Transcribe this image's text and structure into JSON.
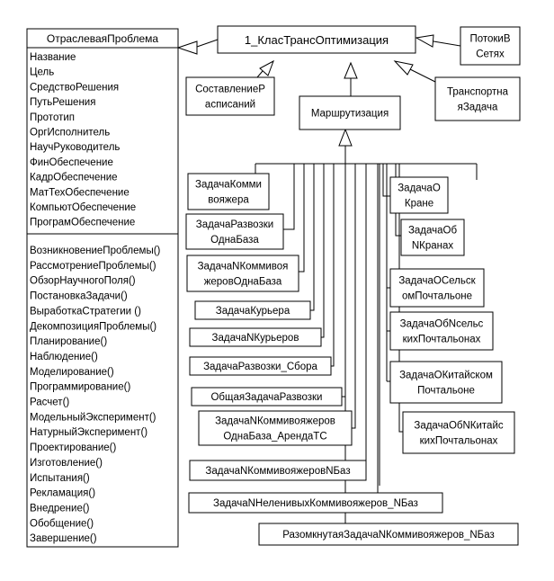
{
  "problem": {
    "name": "ОтраслеваяПроблема",
    "attributes": [
      "Название",
      "Цель",
      "СредствоРешения",
      "ПутьРешения",
      "Прототип",
      "ОргИсполнитель",
      "НаучРуководитель",
      "ФинОбеспечение",
      "КадрОбеспечение",
      "МатТехОбеспечение",
      "КомпьютОбеспечение",
      "ПрограмОбеспечение"
    ],
    "methods": [
      "ВозникновениеПроблемы()",
      "РассмотрениеПроблемы()",
      "ОбзорНаучногоПоля()",
      "ПостановкаЗадачи()",
      "ВыработкаСтратегии ()",
      "ДекомпозицияПроблемы()",
      "Планирование()",
      "Наблюдение()",
      "Моделирование()",
      "Программирование()",
      "Расчет()",
      "МодельныйЭксперимент()",
      "НатурныйЭксперимент()",
      "Проектирование()",
      "Изготовление()",
      "Испытания()",
      "Рекламация()",
      "Внедрение()",
      "Обобщение()",
      "Завершение()"
    ]
  },
  "root": {
    "name": "1_КласТрансОптимизация"
  },
  "level1": [
    {
      "id": "potoki",
      "lines": [
        "ПотокиВ",
        "Сетях"
      ]
    },
    {
      "id": "sostavlenie",
      "lines": [
        "СоставлениеР",
        "асписаний"
      ]
    },
    {
      "id": "marshrut",
      "lines": [
        "Маршрутизация"
      ]
    },
    {
      "id": "transport",
      "lines": [
        "Транспортна",
        "яЗадача"
      ]
    }
  ],
  "leftTasks": [
    {
      "id": "kommivoyazher",
      "lines": [
        "ЗадачаКомми",
        "вояжера"
      ]
    },
    {
      "id": "razvozki-odna",
      "lines": [
        "ЗадачаРазвозки",
        "ОднаБаза"
      ]
    },
    {
      "id": "n-kommivoyazh-odna",
      "lines": [
        "ЗадачаNКоммивоя",
        "жеровОднаБаза"
      ]
    },
    {
      "id": "kurera",
      "lines": [
        "ЗадачаКурьера"
      ]
    },
    {
      "id": "n-kurerov",
      "lines": [
        "ЗадачаNКурьеров"
      ]
    },
    {
      "id": "razvozki-sbora",
      "lines": [
        "ЗадачаРазвозки_Сбора"
      ]
    },
    {
      "id": "obshaya-razvozki",
      "lines": [
        "ОбщаяЗадачаРазвозки"
      ]
    },
    {
      "id": "n-komm-arenda",
      "lines": [
        "ЗадачаNКоммивояжеров",
        "ОднаБаза_АрендаТС"
      ]
    },
    {
      "id": "n-komm-nbaz",
      "lines": [
        "ЗадачаNКоммивояжеровNБаз"
      ]
    },
    {
      "id": "n-nelenivyh",
      "lines": [
        "ЗадачаNНеленивыхКоммивояжеров_NБаз"
      ]
    },
    {
      "id": "razomknutaya",
      "lines": [
        "РазомкнутаяЗадачаNКоммивояжеров_NБаз"
      ]
    }
  ],
  "rightTasks": [
    {
      "id": "o-krane",
      "lines": [
        "ЗадачаО",
        "Кране"
      ]
    },
    {
      "id": "ob-n-kranah",
      "lines": [
        "ЗадачаОб",
        "NКранах"
      ]
    },
    {
      "id": "o-selskom",
      "lines": [
        "ЗадачаОСельск",
        "омПочтальоне"
      ]
    },
    {
      "id": "ob-n-selskih",
      "lines": [
        "ЗадачаОбNсельс",
        "кихПочтальонах"
      ]
    },
    {
      "id": "o-kitayskom",
      "lines": [
        "ЗадачаОКитайском",
        "Почтальоне"
      ]
    },
    {
      "id": "ob-n-kitayskih",
      "lines": [
        "ЗадачаОбNКитайс",
        "кихПочтальонах"
      ]
    }
  ]
}
